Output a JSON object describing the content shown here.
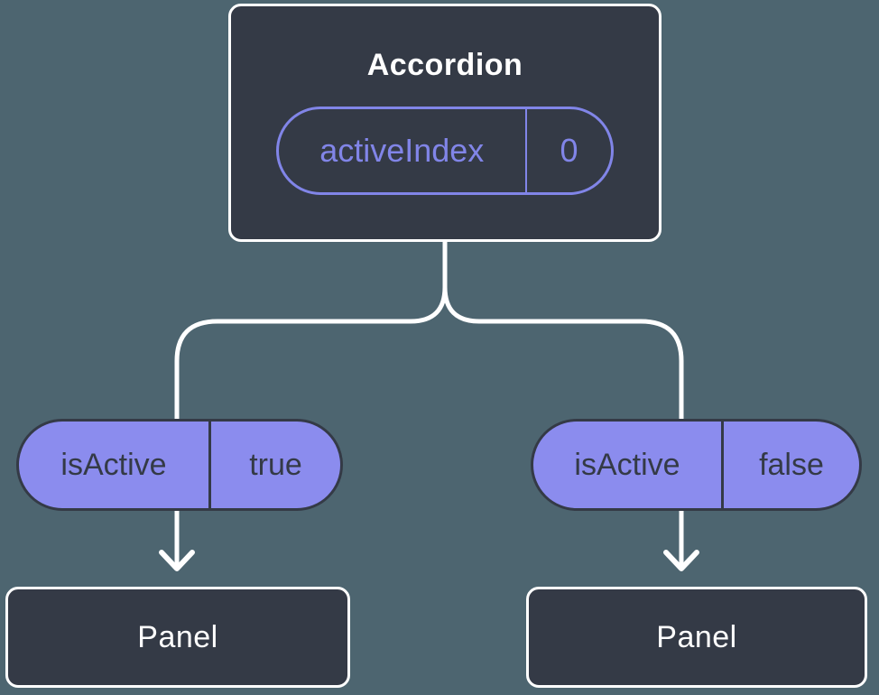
{
  "colors": {
    "background": "#4d6570",
    "node_fill": "#343a46",
    "node_border": "#ffffff",
    "state_accent": "#8185e8",
    "prop_pill_fill": "#8b8cee",
    "prop_pill_text": "#343a46",
    "connector": "#ffffff"
  },
  "tree": {
    "root": {
      "title": "Accordion",
      "state": {
        "name": "activeIndex",
        "value": "0"
      }
    },
    "branches": [
      {
        "prop": {
          "name": "isActive",
          "value": "true"
        },
        "child": {
          "title": "Panel"
        }
      },
      {
        "prop": {
          "name": "isActive",
          "value": "false"
        },
        "child": {
          "title": "Panel"
        }
      }
    ]
  }
}
